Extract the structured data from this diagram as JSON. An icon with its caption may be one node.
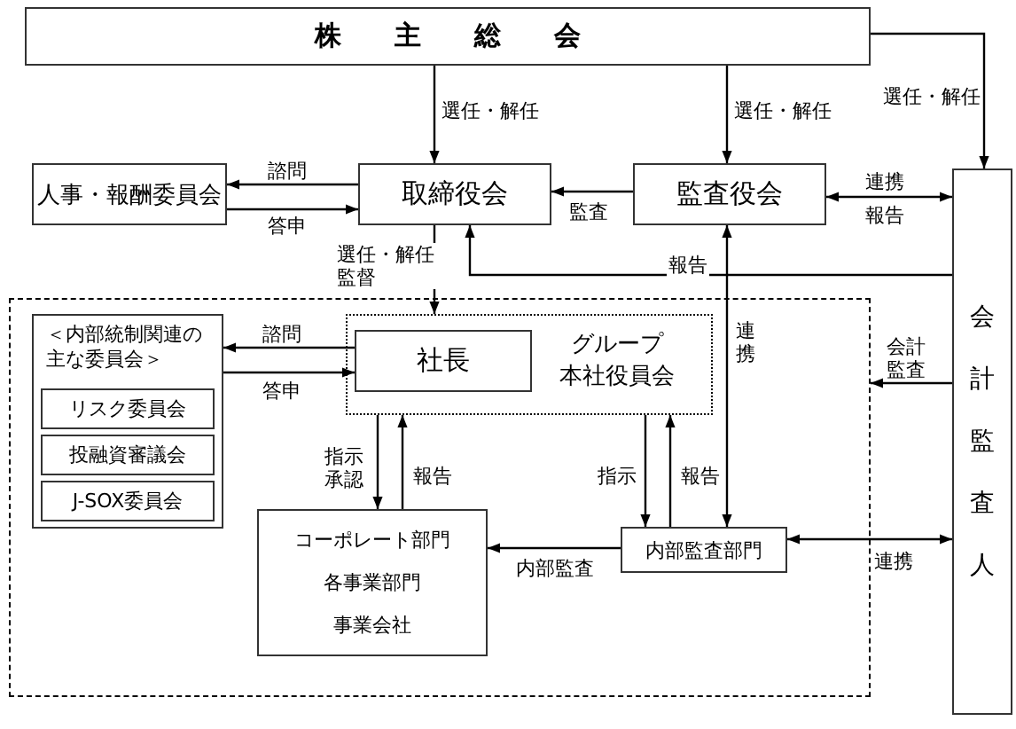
{
  "diagram": {
    "nodes": [
      {
        "text": [
          "株主総会"
        ]
      },
      {
        "text": [
          "人事・報酬委員会"
        ]
      },
      {
        "text": [
          "取締役会"
        ]
      },
      {
        "text": [
          "監査役会"
        ]
      },
      {
        "text": [
          "会計監査人"
        ]
      },
      {
        "text": [],
        "shape": "box"
      },
      {
        "text": [
          "＜内部統制関連の主な委員会＞"
        ],
        "in": 5
      },
      {
        "text": [
          "リスク委員会"
        ],
        "in": 6
      },
      {
        "text": [
          "投融資審議会"
        ],
        "in": 6
      },
      {
        "text": [
          "J-SOX委員会"
        ],
        "in": 6
      },
      {
        "text": [
          "グループ",
          "本社役員会"
        ],
        "in": 5
      },
      {
        "text": [
          "社長"
        ],
        "in": 10
      },
      {
        "text": [
          "コーポレート部門",
          "各事業部門",
          "事業会社"
        ],
        "in": 5
      },
      {
        "text": [
          "内部監査部門"
        ],
        "in": 5
      }
    ],
    "edges": [
      {
        "from": 0,
        "to": 2,
        "arrow": "to",
        "label": "選任・解任"
      },
      {
        "from": 0,
        "to": 3,
        "arrow": "to",
        "label": "選任・解任"
      },
      {
        "from": 0,
        "to": 4,
        "arrow": "to",
        "label": "選任・解任"
      },
      {
        "from": 2,
        "to": 1,
        "arrow": "to",
        "label": "諮問"
      },
      {
        "from": 1,
        "to": 2,
        "arrow": "to",
        "label": "答申"
      },
      {
        "from": 3,
        "to": 2,
        "arrow": "to",
        "label": "監査"
      },
      {
        "from": 3,
        "to": 4,
        "arrow": "both",
        "label": "連携"
      },
      {
        "from": 4,
        "to": 2,
        "arrow": "to",
        "label": "報告"
      },
      {
        "from": 2,
        "to": 10,
        "arrow": "to",
        "label": "選任・解任監督"
      },
      {
        "from": 3,
        "to": 13,
        "arrow": "both",
        "label": "連携"
      },
      {
        "from": 4,
        "to": 5,
        "arrow": "to",
        "label": "会計監査"
      },
      {
        "from": 11,
        "to": 6,
        "arrow": "to",
        "label": "諮問"
      },
      {
        "from": 6,
        "to": 11,
        "arrow": "to",
        "label": "答申"
      },
      {
        "from": 10,
        "to": 12,
        "arrow": "to",
        "label": "指示承認"
      },
      {
        "from": 12,
        "to": 10,
        "arrow": "to",
        "label": "報告"
      },
      {
        "from": 10,
        "to": 13,
        "arrow": "to",
        "label": "指示"
      },
      {
        "from": 13,
        "to": 10,
        "arrow": "to",
        "label": "報告"
      },
      {
        "from": 13,
        "to": 12,
        "arrow": "to",
        "label": "内部監査"
      },
      {
        "from": 13,
        "to": 4,
        "arrow": "both",
        "label": "連携"
      }
    ],
    "labels": [
      "報告"
    ]
  }
}
